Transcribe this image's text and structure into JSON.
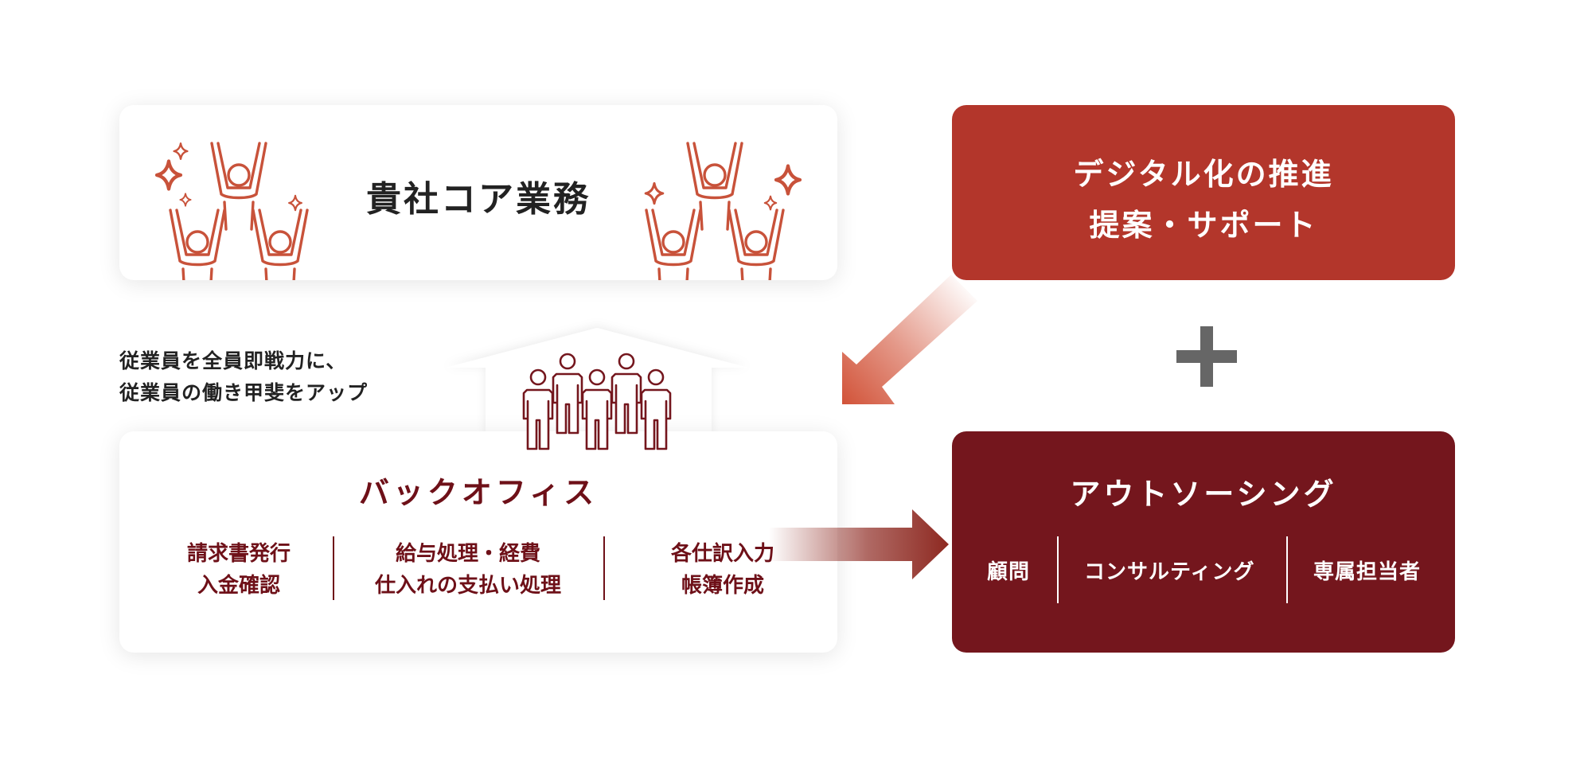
{
  "core": {
    "title": "貴社コア業務"
  },
  "caption": {
    "line1": "従業員を全員即戦力に、",
    "line2": "従業員の働き甲斐をアップ"
  },
  "backoffice": {
    "title": "バックオフィス",
    "tasks": [
      {
        "line1": "請求書発行",
        "line2": "入金確認"
      },
      {
        "line1": "給与処理・経費",
        "line2": "仕入れの支払い処理"
      },
      {
        "line1": "各仕訳入力",
        "line2": "帳簿作成"
      }
    ]
  },
  "digital": {
    "line1": "デジタル化の推進",
    "line2": "提案・サポート"
  },
  "outsourcing": {
    "title": "アウトソーシング",
    "services": [
      "顧問",
      "コンサルティング",
      "専属担当者"
    ]
  },
  "icons": {
    "people_cheering": "people-cheering-icon",
    "sparkle": "sparkle-icon",
    "team": "team-people-icon",
    "plus": "plus-icon"
  },
  "colors": {
    "red": "#b3362b",
    "dark_red": "#74161d",
    "icon_stroke": "#c8523a",
    "team_stroke": "#74161d",
    "plus": "#666666",
    "text": "#222222"
  }
}
